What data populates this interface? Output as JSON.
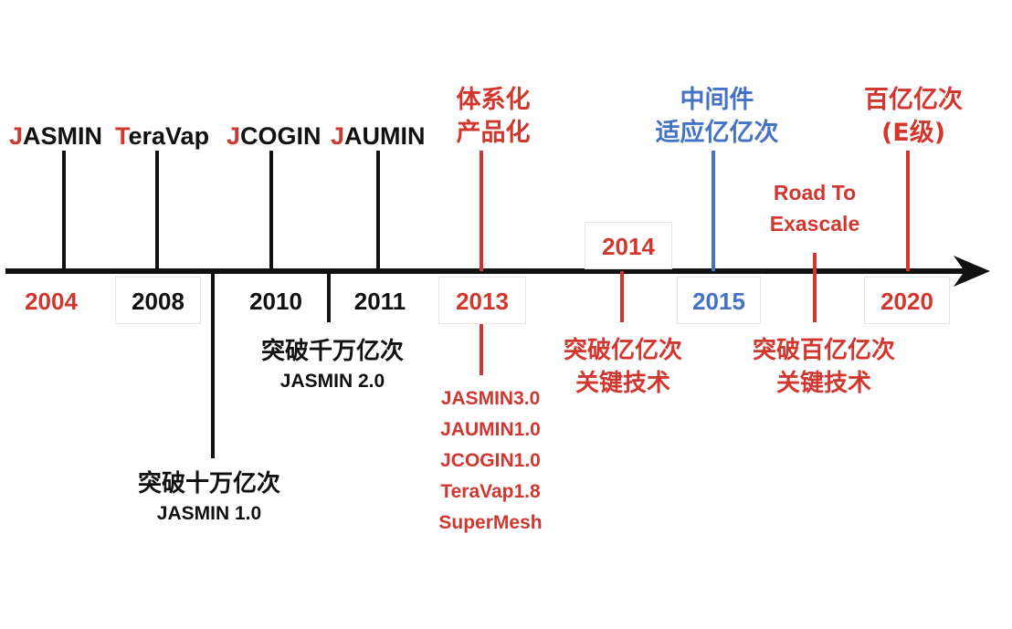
{
  "colors": {
    "black": "#111111",
    "red": "#d1372f",
    "blue": "#4472c4"
  },
  "products": [
    {
      "first": "J",
      "rest": "ASMIN"
    },
    {
      "first": "T",
      "rest": "eraVap"
    },
    {
      "first": "J",
      "rest": "COGIN"
    },
    {
      "first": "J",
      "rest": "AUMIN"
    }
  ],
  "years": [
    "2004",
    "2008",
    "2010",
    "2011",
    "2013",
    "2014",
    "2015",
    "2020"
  ],
  "milestones": {
    "m2013_top": [
      "体系化",
      "产品化"
    ],
    "m2015_top": [
      "中间件",
      "适应亿亿次"
    ],
    "m2020_top": [
      "百亿亿次",
      "(E级)"
    ],
    "road": [
      "Road To",
      "Exascale"
    ],
    "below_2008": [
      "突破十万亿次",
      "JASMIN 1.0"
    ],
    "below_2010": [
      "突破千万亿次",
      "JASMIN 2.0"
    ],
    "below_2013": [
      "JASMIN3.0",
      "JAUMIN1.0",
      "JCOGIN1.0",
      "TeraVap1.8",
      "SuperMesh"
    ],
    "below_2014": [
      "突破亿亿次",
      "关键技术"
    ],
    "below_road": [
      "突破百亿亿次",
      "关键技术"
    ]
  }
}
